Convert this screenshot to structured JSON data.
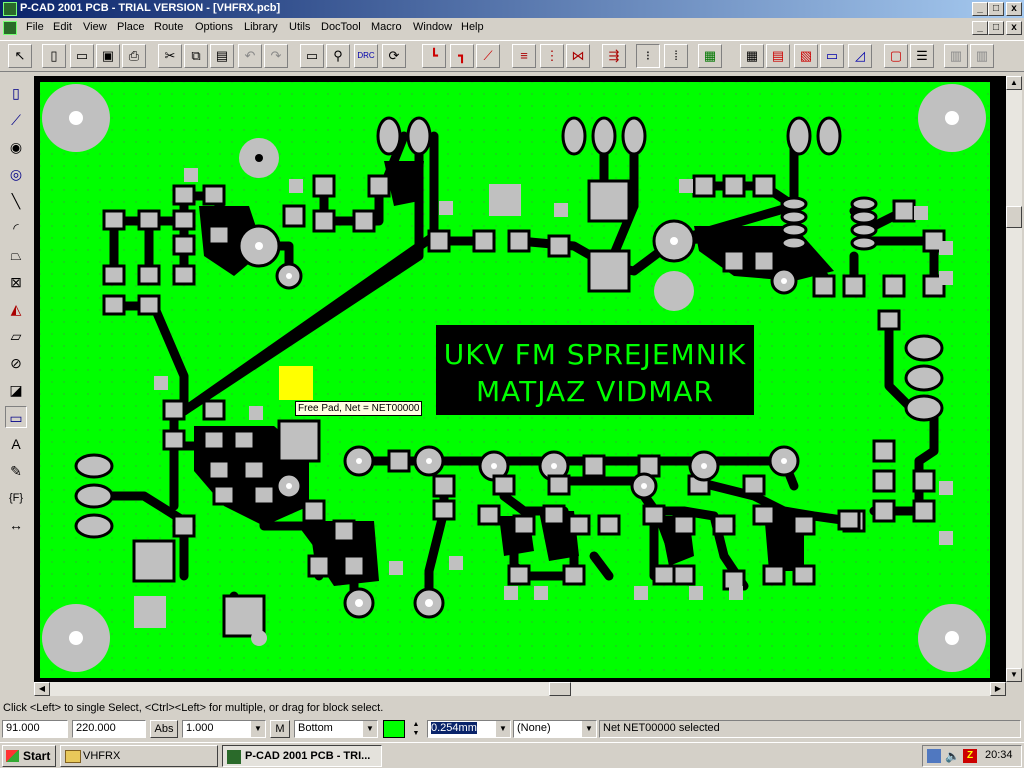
{
  "window": {
    "title": "P-CAD 2001 PCB - TRIAL VERSION - [VHFRX.pcb]",
    "controls": [
      "_",
      "□",
      "x"
    ]
  },
  "menu": [
    "File",
    "Edit",
    "View",
    "Place",
    "Route",
    "Options",
    "Library",
    "Utils",
    "DocTool",
    "Macro",
    "Window",
    "Help"
  ],
  "board": {
    "text_line1": "UKV FM SPREJEMNIK",
    "text_line2": "MATJAZ VIDMAR",
    "board_color": "#00ff00",
    "copper_color": "#000000",
    "pad_color": "#c0c0c0",
    "selected_color": "#ffff00"
  },
  "tooltip": "Free Pad, Net = NET00000",
  "status": {
    "message": "Click <Left> to single Select, <Ctrl><Left> for multiple, or drag for block select.",
    "x": "91.000",
    "y": "220.000",
    "abs_label": "Abs",
    "grid": "1.000",
    "m_label": "M",
    "layer": "Bottom",
    "layer_color": "#00ff00",
    "width": "0.254mm",
    "net": "(None)",
    "info": "Net NET00000 selected"
  },
  "taskbar": {
    "start": "Start",
    "tasks": [
      "VHFRX",
      "P-CAD 2001 PCB - TRI..."
    ],
    "clock": "20:34"
  }
}
